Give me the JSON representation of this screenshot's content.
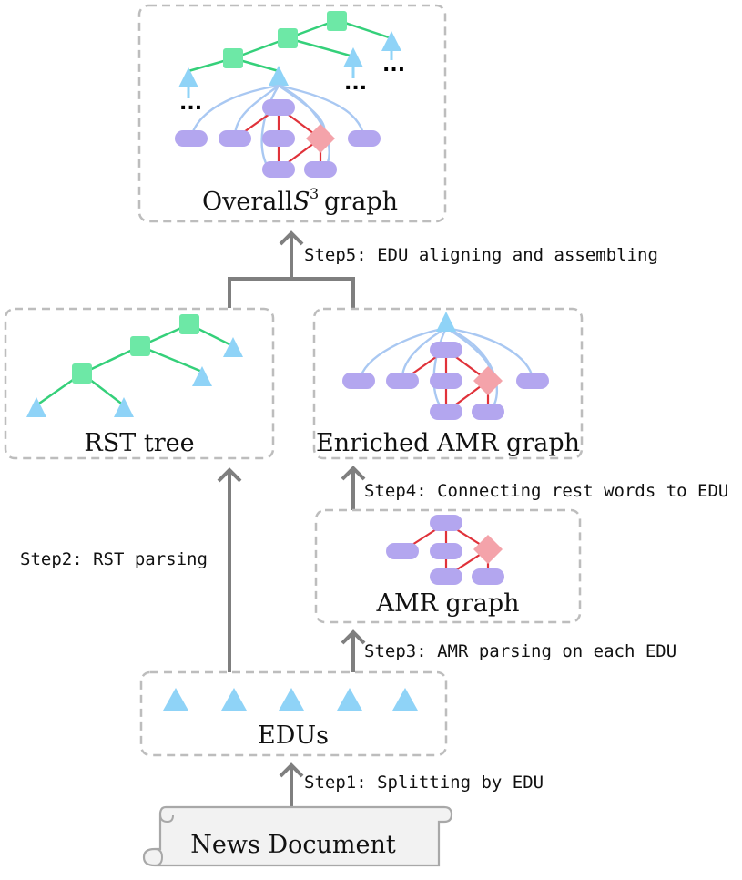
{
  "boxes": {
    "overall": "Overall",
    "overall_math": "S",
    "overall_sup": "3",
    "overall_suffix": "graph",
    "rst": "RST tree",
    "enriched": "Enriched AMR graph",
    "amr": "AMR graph",
    "edus": "EDUs",
    "news": "News Document"
  },
  "steps": {
    "step1": "Step1: Splitting by EDU",
    "step2": "Step2: RST parsing",
    "step3": "Step3: AMR parsing on each EDU",
    "step4": "Step4: Connecting rest words to EDU",
    "step5": "Step5: EDU aligning and assembling"
  },
  "ellipsis": "...",
  "colors": {
    "box_border": "#bdbdbd",
    "arrow": "#7f7f7f",
    "rst_edge": "#35d07a",
    "rst_node": "#6de8a6",
    "edu_triangle": "#8fd3f7",
    "amr_node": "#b3a6ef",
    "amr_special": "#f4a3aa",
    "amr_edge": "#e0323a",
    "link_edge": "#a9c8f2"
  }
}
